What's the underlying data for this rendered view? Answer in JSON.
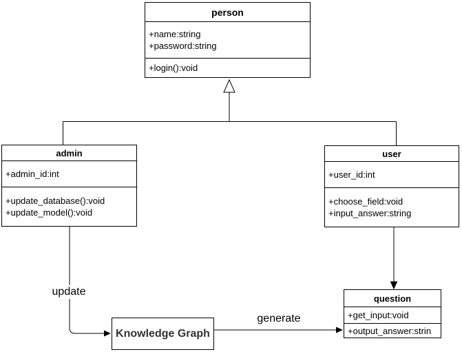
{
  "diagram": {
    "background_color": "#ffffff",
    "line_color": "#000000",
    "classes": {
      "person": {
        "title": "person",
        "attributes": [
          "+name:string",
          "+password:string"
        ],
        "methods": [
          "+login():void"
        ]
      },
      "admin": {
        "title": "admin",
        "attributes": [
          "+admin_id:int"
        ],
        "methods": [
          "+update_database():void",
          "+update_model():void"
        ]
      },
      "user": {
        "title": "user",
        "attributes": [
          "+user_id:int"
        ],
        "methods": [
          "+choose_field:void",
          "+input_answer:string"
        ]
      },
      "question": {
        "title": "question",
        "attributes": [
          "+get_input:void"
        ],
        "methods": [
          "+output_answer:strin"
        ]
      }
    },
    "nodes": {
      "knowledge_graph": {
        "label": "Knowledge Graph"
      }
    },
    "edges": {
      "admin_user_to_person": {
        "type": "inheritance-hollow-triangle",
        "label": ""
      },
      "user_to_question": {
        "type": "directed-arrow",
        "label": ""
      },
      "admin_to_knowledge_graph": {
        "type": "directed-arrow",
        "label": "update"
      },
      "knowledge_graph_to_question": {
        "type": "directed-arrow",
        "label": "generate"
      }
    }
  }
}
